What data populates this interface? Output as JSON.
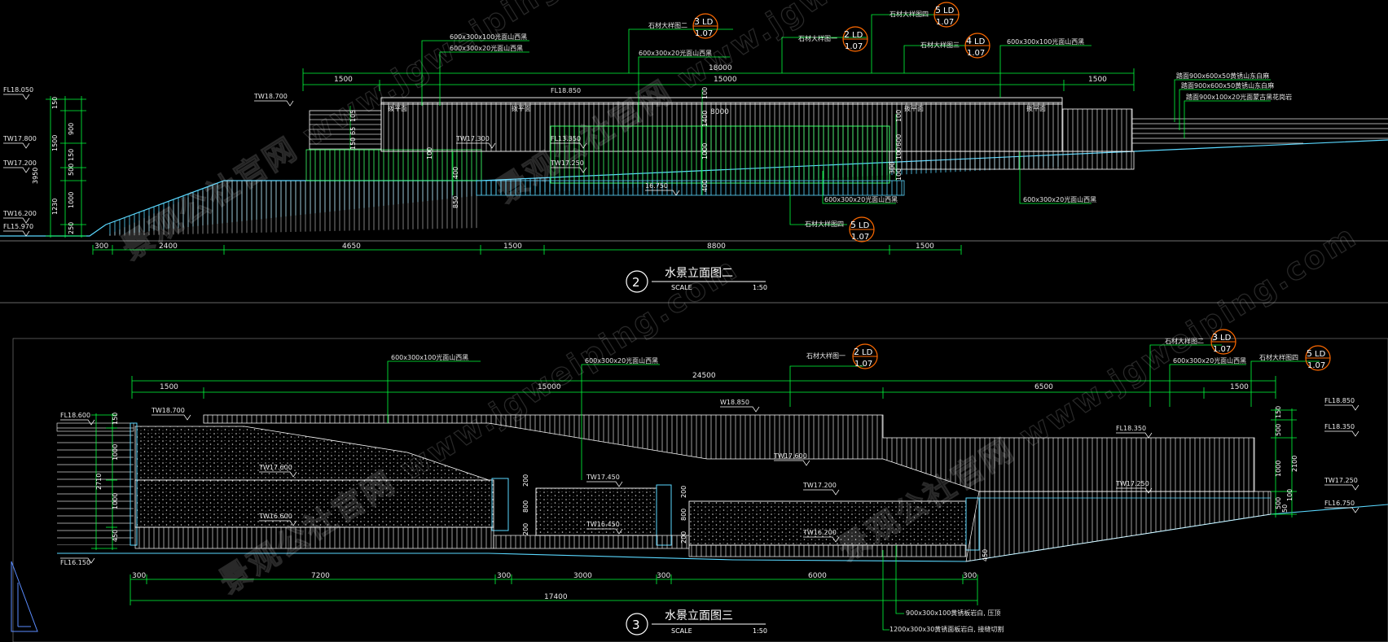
{
  "drawing": {
    "background": "#000000",
    "line_color": "#ffffff",
    "dim_color": "#00ff3c",
    "dim_text_color": "#ffffff",
    "level_color": "#ffffff",
    "leader_color": "#00ff3c",
    "callout_color": "#ff6a00",
    "frame_color": "#888888"
  },
  "watermark": {
    "text": "景观公社官网 www.jgweiping.com"
  },
  "elevation2": {
    "title": "水景立面图二",
    "number": "2",
    "scale_label": "SCALE",
    "scale_value": "1:50",
    "top_dims": {
      "overall": "18000",
      "inner": "15000",
      "left": "1500",
      "right": "1500"
    },
    "bottom_dims": [
      "300",
      "2400",
      "4650",
      "1500",
      "8800",
      "1500"
    ],
    "left_dims": [
      "150",
      "900",
      "1500",
      "150",
      "500",
      "1230",
      "1000",
      "250",
      "3950"
    ],
    "levels": [
      "FL18.050",
      "TW17.800",
      "TW17.200",
      "TW16.200",
      "FL15.970",
      "TW18.700",
      "FL18.850",
      "TW17.300",
      "FL13.350",
      "TW17.250",
      "16.750"
    ],
    "labels": {
      "stone_top": "600x300x100光面山西黑",
      "stone_side": "600x300x20光面山西黑",
      "stone_mid": "600x300x20光面山西黑",
      "stone_right": "600x300x100光面山西黑",
      "flat_left": "拨平面",
      "flat_mid": "拨平面",
      "flat_right_1": "拨平面",
      "flat_right_2": "拨平面",
      "span": "8000",
      "right_1": "踏面900x600x50黄锈山东白麻",
      "right_2": "踏面900x600x50黄锈山东白麻",
      "right_3": "踏面900x100x20光面蒙古黑花岗岩",
      "bottom_a": "600x300x20光面山西黑",
      "bottom_b": "600x300x20光面山西黑"
    },
    "inner_dims": [
      "100",
      "1400",
      "1000",
      "400",
      "100",
      "600",
      "100",
      "300",
      "100",
      "5",
      "10",
      "65",
      "150",
      "100",
      "400",
      "850"
    ],
    "callouts": [
      {
        "text": "石材大样图二",
        "num": "3",
        "tag": "LD",
        "sheet": "1.07"
      },
      {
        "text": "石材大样图一",
        "num": "2",
        "tag": "LD",
        "sheet": "1.07"
      },
      {
        "text": "石材大样图四",
        "num": "5",
        "tag": "LD",
        "sheet": "1.07"
      },
      {
        "text": "石材大样图三",
        "num": "4",
        "tag": "LD",
        "sheet": "1.07"
      },
      {
        "text": "石材大样图四",
        "num": "5",
        "tag": "LD",
        "sheet": "1.07"
      }
    ]
  },
  "elevation3": {
    "title": "水景立面图三",
    "number": "3",
    "scale_label": "SCALE",
    "scale_value": "1:50",
    "top_dims": {
      "overall": "24500",
      "d1": "1500",
      "d2": "15000",
      "d3": "6500",
      "d4": "1500"
    },
    "bottom_dims": [
      "300",
      "7200",
      "300",
      "3000",
      "300",
      "6000",
      "300"
    ],
    "overall_bottom": "17400",
    "left_dims": [
      "150",
      "1000",
      "2710",
      "1000",
      "450"
    ],
    "right_dims": [
      "150",
      "500",
      "1000",
      "2100",
      "500",
      "50",
      "100"
    ],
    "levels": [
      "FL18.600",
      "TW18.700",
      "W18.850",
      "TW17.600",
      "TW16.600",
      "TW17.450",
      "TW16.450",
      "TW17.600",
      "TW17.200",
      "TW16.200",
      "FL18.350",
      "TW17.250",
      "FL16.150",
      "FL18.850",
      "FL18.350",
      "TW17.250",
      "FL16.750"
    ],
    "labels": {
      "stone_a": "600x300x100光面山西黑",
      "stone_b": "600x300x20光面山西黑",
      "stone_c": "600x300x20光面山西黑",
      "note_1": "900x300x100黄锈板岩白, 压顶",
      "note_2": "1200x300x30黄锈面板岩白, 接缝切割"
    },
    "inner_dims": [
      "200",
      "800",
      "200",
      "200",
      "800",
      "200",
      "450"
    ],
    "callouts": [
      {
        "text": "石材大样图一",
        "num": "2",
        "tag": "LD",
        "sheet": "1.07"
      },
      {
        "text": "石材大样图二",
        "num": "3",
        "tag": "LD",
        "sheet": "1.07"
      },
      {
        "text": "石材大样图四",
        "num": "5",
        "tag": "LD",
        "sheet": "1.07"
      }
    ]
  }
}
